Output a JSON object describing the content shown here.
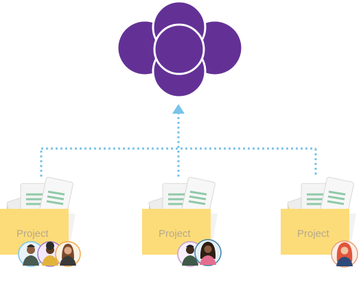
{
  "colors": {
    "cloud": "#633196",
    "cloud_outline": "#ffffff",
    "connector": "#78c3ea",
    "folder": "#fcdc79",
    "folder_back": "#f6cd63",
    "folder_label": "#b5a88d",
    "paper": "#f2f2f2",
    "paper_line": "#8fc9a8"
  },
  "cloud": {
    "icon": "cloud-icon"
  },
  "folders": [
    {
      "label": "Project",
      "member_count": 3
    },
    {
      "label": "Project",
      "member_count": 2
    },
    {
      "label": "Project",
      "member_count": 1
    }
  ]
}
